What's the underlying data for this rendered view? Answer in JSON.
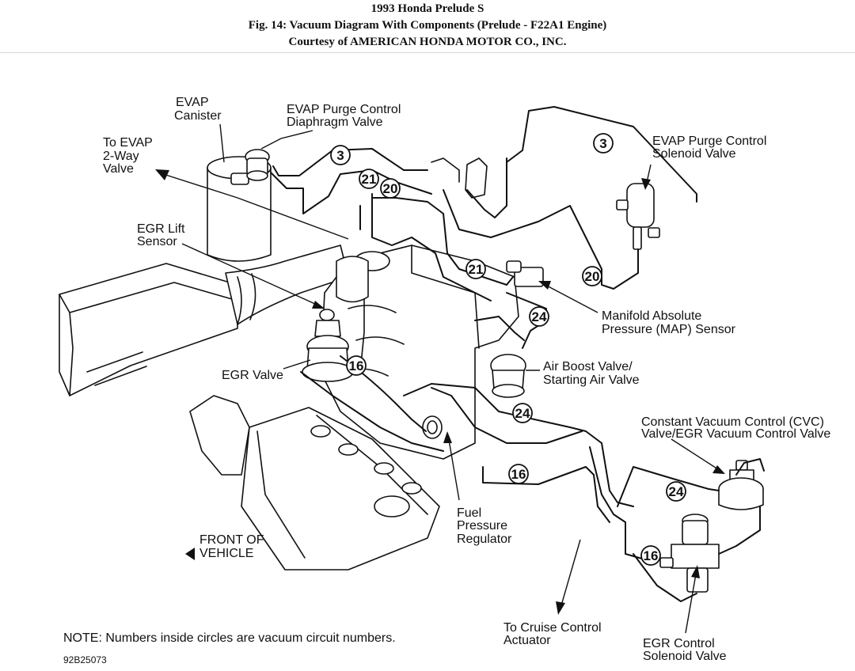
{
  "header": {
    "line1": "1993 Honda Prelude S",
    "line2": "Fig. 14: Vacuum Diagram With Components (Prelude - F22A1 Engine)",
    "line3": "Courtesy of AMERICAN HONDA MOTOR CO., INC."
  },
  "labels": {
    "evap_canister_1": "EVAP",
    "evap_canister_2": "Canister",
    "purge_diaphragm_1": "EVAP Purge Control",
    "purge_diaphragm_2": "Diaphragm Valve",
    "to_evap_1": "To EVAP",
    "to_evap_2": "2-Way",
    "to_evap_3": "Valve",
    "egr_lift_1": "EGR Lift",
    "egr_lift_2": "Sensor",
    "egr_valve": "EGR Valve",
    "purge_solenoid_1": "EVAP Purge Control",
    "purge_solenoid_2": "Solenoid Valve",
    "map_1": "Manifold Absolute",
    "map_2": "Pressure (MAP) Sensor",
    "air_boost_1": "Air Boost Valve/",
    "air_boost_2": "Starting Air Valve",
    "cvc_1": "Constant Vacuum Control (CVC)",
    "cvc_2": "Valve/EGR Vacuum Control Valve",
    "fuel_reg_1": "Fuel",
    "fuel_reg_2": "Pressure",
    "fuel_reg_3": "Regulator",
    "front_1": "FRONT OF",
    "front_2": "VEHICLE",
    "cruise_1": "To Cruise Control",
    "cruise_2": "Actuator",
    "egr_control_1": "EGR Control",
    "egr_control_2": "Solenoid Valve",
    "note": "NOTE: Numbers inside circles are vacuum circuit numbers.",
    "figure_code": "92B25073"
  },
  "circuits": [
    "3",
    "3",
    "21",
    "20",
    "21",
    "20",
    "24",
    "16",
    "24",
    "16",
    "24",
    "16"
  ],
  "colors": {
    "ink": "#111111",
    "background": "#ffffff",
    "rule": "#d8d8d8"
  }
}
